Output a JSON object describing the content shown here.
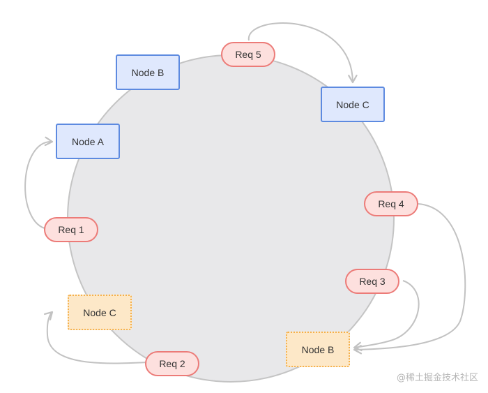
{
  "colors": {
    "ring_fill": "#e8e8ea",
    "ring_stroke": "#c4c4c4",
    "arrow": "#c2c2c2",
    "node_fill": "#dfe8fd",
    "node_border": "#5d8ae0",
    "virtual_fill": "#fde8c8",
    "virtual_border": "#f5b04a",
    "req_fill": "#fde0de",
    "req_border": "#ec7b78"
  },
  "nodes": [
    {
      "id": "node-a",
      "label": "Node A",
      "kind": "real"
    },
    {
      "id": "node-b",
      "label": "Node B",
      "kind": "real"
    },
    {
      "id": "node-c",
      "label": "Node C",
      "kind": "real"
    },
    {
      "id": "node-c-virtual",
      "label": "Node C",
      "kind": "virtual"
    },
    {
      "id": "node-b-virtual",
      "label": "Node B",
      "kind": "virtual"
    }
  ],
  "requests": [
    {
      "id": "req-1",
      "label": "Req 1",
      "target": "node-a"
    },
    {
      "id": "req-2",
      "label": "Req 2",
      "target": "node-c-virtual"
    },
    {
      "id": "req-3",
      "label": "Req 3",
      "target": "node-b-virtual"
    },
    {
      "id": "req-4",
      "label": "Req 4",
      "target": "node-b-virtual"
    },
    {
      "id": "req-5",
      "label": "Req 5",
      "target": "node-c"
    }
  ],
  "watermark": "@稀土掘金技术社区"
}
